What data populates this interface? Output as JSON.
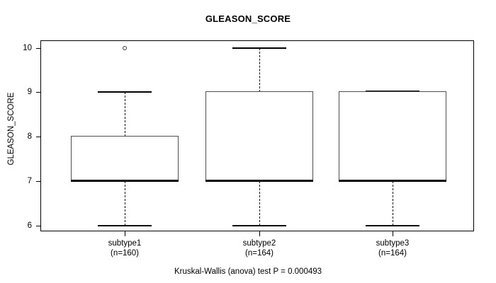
{
  "chart_data": {
    "type": "box",
    "title": "GLEASON_SCORE",
    "xlabel": "",
    "ylabel": "GLEASON_SCORE",
    "ylim": [
      5.82,
      10.18
    ],
    "yticks": [
      6,
      7,
      8,
      9,
      10
    ],
    "ytick_labels": [
      "6",
      "7",
      "8",
      "9",
      "10"
    ],
    "grid": false,
    "legend": "none",
    "categories": [
      "subtype1",
      "subtype2",
      "subtype3"
    ],
    "category_counts": [
      160,
      164,
      164
    ],
    "xtick_labels": [
      "subtype1\n(n=160)",
      "subtype2\n(n=164)",
      "subtype3\n(n=164)"
    ],
    "boxes": [
      {
        "name": "subtype1",
        "n": 160,
        "whisker_low": 6,
        "q1": 7,
        "median": 7,
        "q3": 8,
        "whisker_high": 9,
        "outliers": [
          10
        ]
      },
      {
        "name": "subtype2",
        "n": 164,
        "whisker_low": 6,
        "q1": 7,
        "median": 7,
        "q3": 9,
        "whisker_high": 10,
        "outliers": []
      },
      {
        "name": "subtype3",
        "n": 164,
        "whisker_low": 6,
        "q1": 7,
        "median": 7,
        "q3": 9,
        "whisker_high": 9,
        "outliers": []
      }
    ],
    "annotation": "Kruskal-Wallis (anova) test P = 0.000493",
    "colors": {
      "box_fill": "#ffffff",
      "box_border": "#4f4f4f",
      "median": "#000000",
      "whisker": "#000000",
      "axis": "#000000",
      "text": "#000000"
    }
  },
  "axis": {
    "y_label": "GLEASON_SCORE",
    "tick_10": "10",
    "tick_9": "9",
    "tick_8": "8",
    "tick_7": "7",
    "tick_6": "6"
  },
  "xlabels": [
    {
      "name": "subtype1",
      "count": "(n=160)"
    },
    {
      "name": "subtype2",
      "count": "(n=164)"
    },
    {
      "name": "subtype3",
      "count": "(n=164)"
    }
  ],
  "footer": {
    "text": "Kruskal-Wallis (anova) test P = 0.000493"
  }
}
